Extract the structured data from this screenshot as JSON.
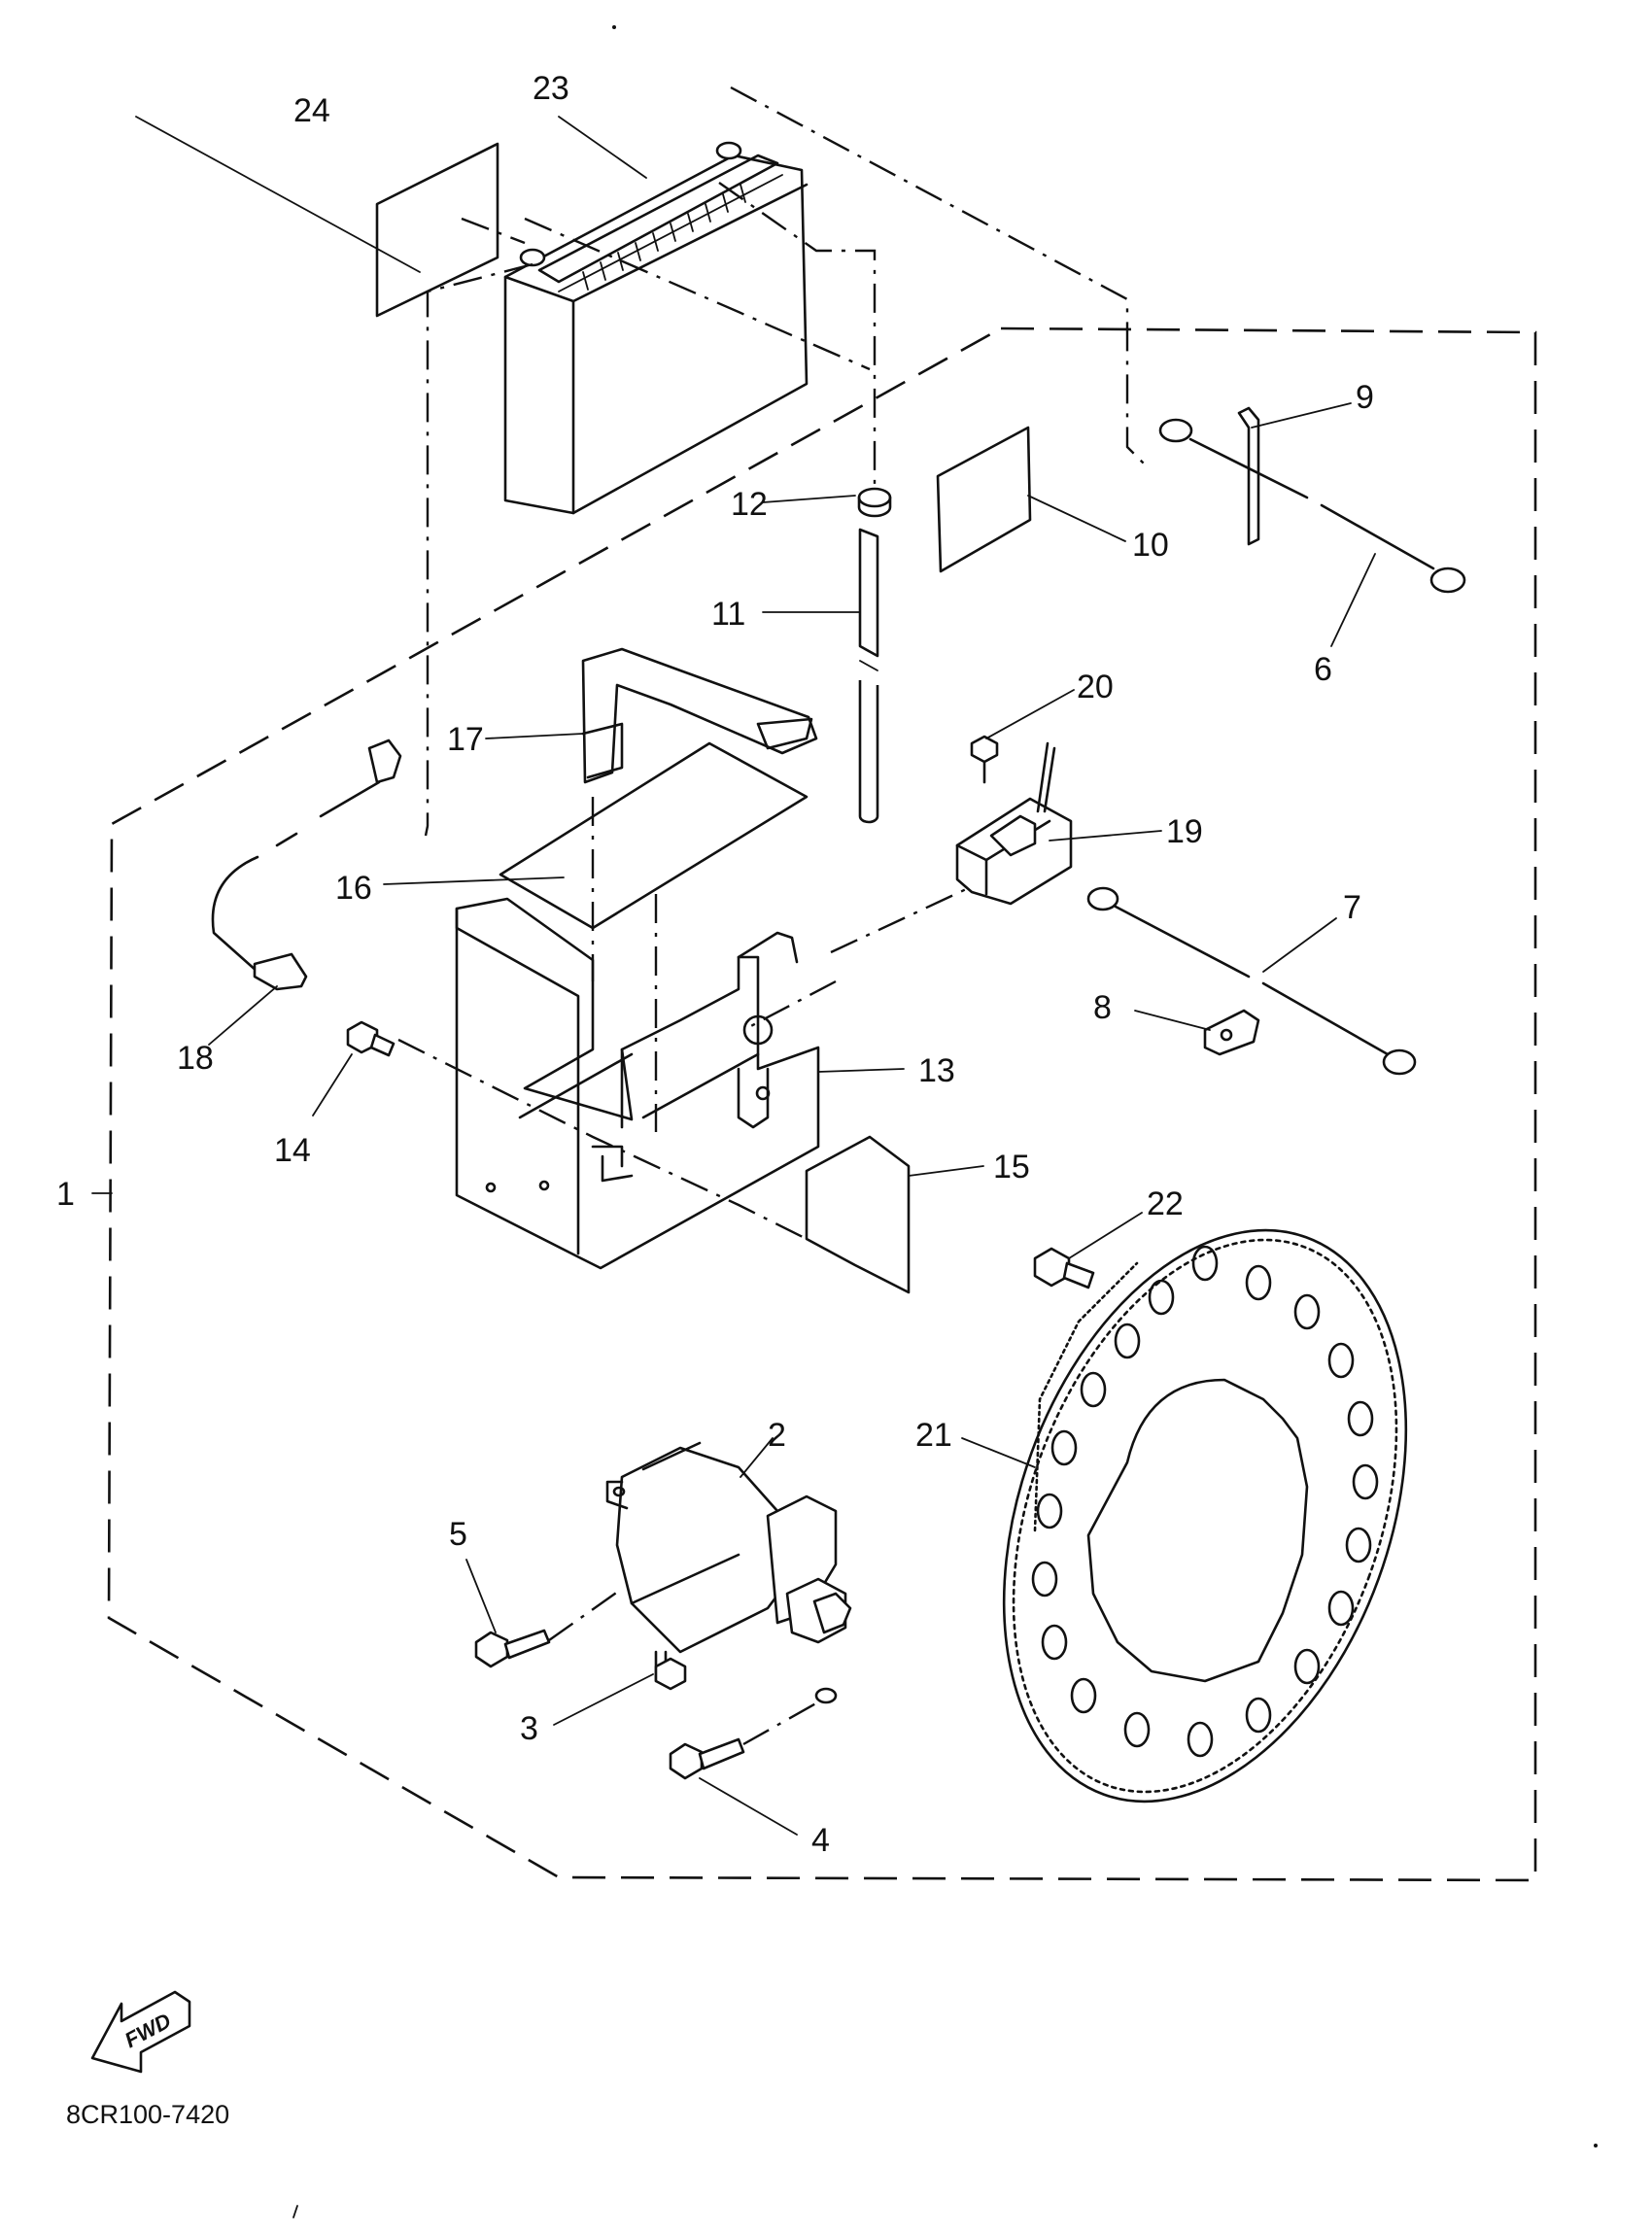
{
  "diagram_code": "8CR100-7420",
  "fwd_label": "FWD",
  "callouts": {
    "c1": "1",
    "c2": "2",
    "c3": "3",
    "c4": "4",
    "c5": "5",
    "c6": "6",
    "c7": "7",
    "c8": "8",
    "c9": "9",
    "c10": "10",
    "c11": "11",
    "c12": "12",
    "c13": "13",
    "c14": "14",
    "c15": "15",
    "c16": "16",
    "c17": "17",
    "c18": "18",
    "c19": "19",
    "c20": "20",
    "c21": "21",
    "c22": "22",
    "c23": "23",
    "c24": "24"
  }
}
